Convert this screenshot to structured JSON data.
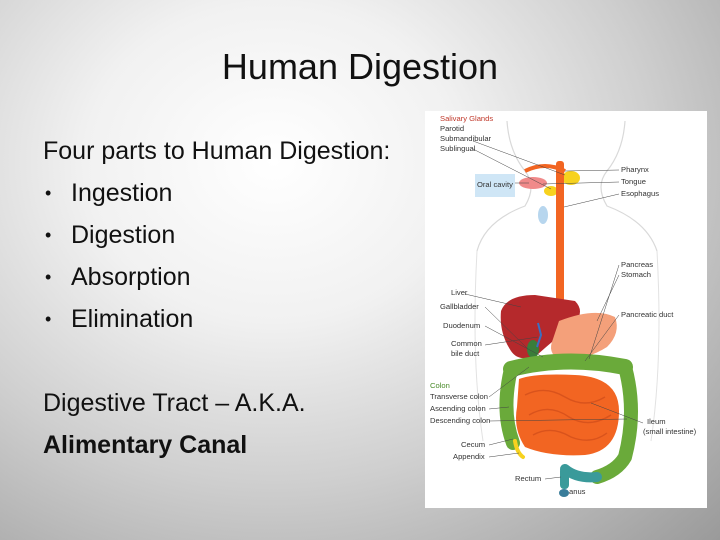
{
  "slide": {
    "title": "Human Digestion",
    "intro": "Four parts to Human Digestion:",
    "parts": [
      "Ingestion",
      "Digestion",
      "Absorption",
      "Elimination"
    ],
    "tract_line": "Digestive Tract – A.K.A.",
    "tract_bold": "Alimentary Canal"
  },
  "figure": {
    "salivary_glands": "Salivary Glands",
    "parotid": "Parotid",
    "submandibular": "Submandibular",
    "sublingual": "Sublingual",
    "oral_cavity": "Oral cavity",
    "pharynx": "Pharynx",
    "tongue": "Tongue",
    "esophagus": "Esophagus",
    "liver": "Liver",
    "gallbladder": "Gallbladder",
    "duodenum": "Duodenum",
    "common_bile_duct_1": "Common",
    "common_bile_duct_2": "bile duct",
    "pancreas": "Pancreas",
    "stomach": "Stomach",
    "pancreatic_duct": "Pancreatic duct",
    "colon": "Colon",
    "transverse_colon": "Transverse colon",
    "ascending_colon": "Ascending colon",
    "descending_colon": "Descending colon",
    "cecum": "Cecum",
    "appendix": "Appendix",
    "rectum": "Rectum",
    "anus": "anus",
    "ileum": "Ileum",
    "small_intestine": "(small intestine)"
  },
  "colors": {
    "esophagus": "#f26522",
    "liver": "#b5292c",
    "stomach": "#f4a07a",
    "colon": "#6aaa3a",
    "small_intestine": "#f26522",
    "gallbladder": "#3a7d3a",
    "pancreas": "#f7d21e",
    "oral_cavity_box": "#cfe6f6"
  }
}
